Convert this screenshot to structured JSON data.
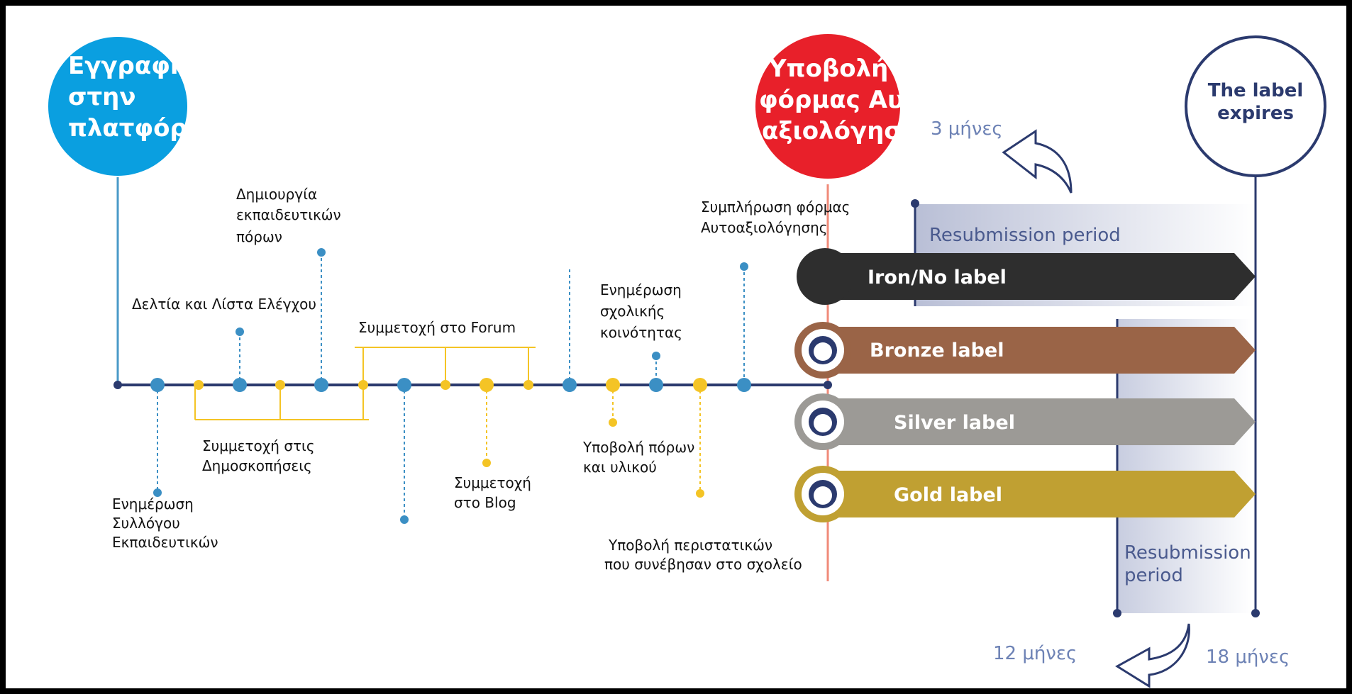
{
  "circles": {
    "register": {
      "lines": [
        "Εγγραφή",
        "στην",
        "πλατφόρμα"
      ],
      "color": "#0a9fe0"
    },
    "submit": {
      "lines": [
        "Υποβολή",
        "φόρμας Αυτο-",
        "αξιολόγησης"
      ],
      "color": "#e8202a"
    },
    "expires": {
      "lines": [
        "The label",
        "expires"
      ],
      "color": "#2b3a6e"
    }
  },
  "steps": {
    "ekpaideutikoi": [
      "Ενημέρωση",
      "Συλλόγου",
      "Εκπαιδευτικών"
    ],
    "deltia": [
      "Δελτία και Λίστα Ελέγχου"
    ],
    "dimioskopiseis": [
      "Συμμετοχή στις",
      "Δημοσκοπήσεις"
    ],
    "poroi": [
      "Δημιουργία",
      "εκπαιδευτικών",
      "πόρων"
    ],
    "forum": [
      "Συμμετοχή στο Forum"
    ],
    "blog": [
      "Συμμετοχή",
      "στο Blog"
    ],
    "ypovoli_poron": [
      "Υποβολή πόρων",
      "και υλικού"
    ],
    "koinotita": [
      "Ενημέρωση",
      "σχολικής",
      "κοινότητας"
    ],
    "peristatika": [
      "Υποβολή περιστατικών",
      "που συνέβησαν στο σχολείο"
    ],
    "symplirosi": [
      "Συμπλήρωση φόρμας",
      "Αυτοαξιολόγησης"
    ]
  },
  "labels": [
    {
      "name": "Iron/No label",
      "color": "#2e2e2e"
    },
    {
      "name": "Bronze label",
      "color": "#9a6447"
    },
    {
      "name": "Silver label",
      "color": "#9c9a96"
    },
    {
      "name": "Gold label",
      "color": "#c0a032"
    }
  ],
  "periods": {
    "top": "Resubmission period",
    "bottom": [
      "Resubmission",
      "period"
    ]
  },
  "months": {
    "three": "3 μήνες",
    "twelve": "12 μήνες",
    "eighteen": "18 μήνες"
  },
  "colors": {
    "timeline": "#2b3a6e",
    "blue_dot": "#3b8fc4",
    "yellow_dot": "#f4c425",
    "red_line": "#f08a78",
    "period_fill": "#b9bfd6"
  }
}
